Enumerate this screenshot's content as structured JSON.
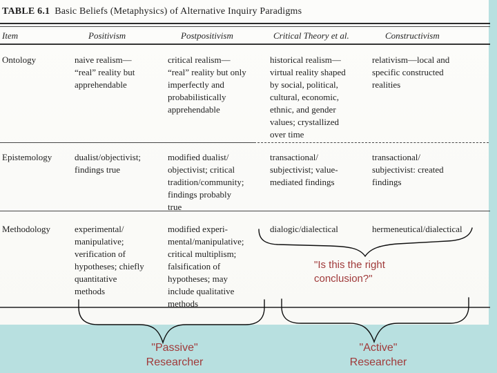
{
  "slide": {
    "background_color": "#b8e0e0",
    "paper_color": "#fcfcfa",
    "annotation_color": "#a03a3a"
  },
  "table": {
    "title_label": "TABLE 6.1",
    "title_text": "Basic Beliefs (Metaphysics) of Alternative Inquiry Paradigms",
    "columns": [
      "Item",
      "Positivism",
      "Postpositivism",
      "Critical Theory et al.",
      "Constructivism"
    ],
    "rows": [
      {
        "item": "Ontology",
        "positivism": "naive realism—\n“real” reality but\napprehendable",
        "postpositivism": "critical realism—\n“real” reality but only\nimperfectly and\nprobabilistically\napprehendable",
        "critical_theory": "historical realism—\nvirtual reality shaped\nby social, political,\ncultural, economic,\nethnic, and gender\nvalues; crystallized\nover time",
        "constructivism": "relativism—local and\nspecific constructed\nrealities"
      },
      {
        "item": "Epistemology",
        "positivism": "dualist/objectivist;\nfindings true",
        "postpositivism": "modified dualist/\nobjectivist; critical\ntradition/community;\nfindings probably\ntrue",
        "critical_theory": "transactional/\nsubjectivist; value-\nmediated findings",
        "constructivism": "transactional/\nsubjectivist: created\nfindings"
      },
      {
        "item": "Methodology",
        "positivism": "experimental/\nmanipulative;\nverification of\nhypotheses; chiefly\nquantitative\nmethods",
        "postpositivism": "modified experi-\nmental/manipulative;\ncritical multiplism;\nfalsification of\nhypotheses; may\ninclude qualitative\nmethods",
        "critical_theory": "dialogic/dialectical",
        "constructivism": "hermeneutical/dialectical"
      }
    ]
  },
  "annotations": {
    "conclusion_question": "\"Is this the right\nconclusion?\"",
    "passive_label": "\"Passive\"\nResearcher",
    "active_label": "\"Active\"\nResearcher"
  }
}
